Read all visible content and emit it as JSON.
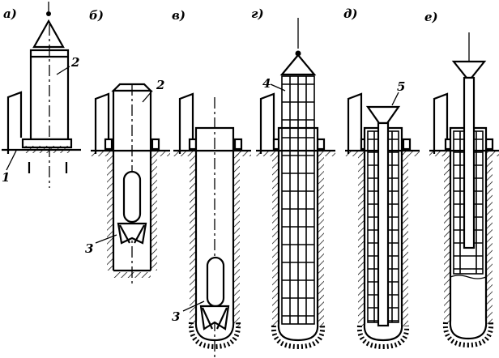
{
  "stages": [
    {
      "id": "a",
      "label": "а)"
    },
    {
      "id": "b",
      "label": "б)"
    },
    {
      "id": "v",
      "label": "в)"
    },
    {
      "id": "g",
      "label": "г)"
    },
    {
      "id": "d",
      "label": "д)"
    },
    {
      "id": "e",
      "label": "е)"
    }
  ],
  "callouts": {
    "c1": "1",
    "c2a": "2",
    "c2b": "2",
    "c3b": "3",
    "c3v": "3",
    "c4": "4",
    "c5": "5"
  }
}
